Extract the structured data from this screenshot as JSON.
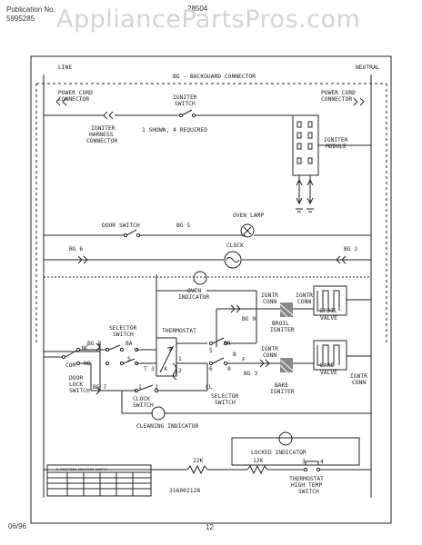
{
  "header": {
    "publication_label": "Publication No.",
    "publication_number": "5995285",
    "model": "28504",
    "watermark": "AppliancePartsPros.com"
  },
  "diagram": {
    "line": "LINE",
    "neutral": "NEUTRAL",
    "backguard": "BG - BACKGUARD CONNECTOR",
    "power_cord_left": [
      "POWER CORD",
      "CONNECTOR"
    ],
    "power_cord_right": [
      "POWER CORD",
      "CONNECTOR"
    ],
    "igniter_switch": [
      "IGNITER",
      "SWITCH"
    ],
    "igniter_switch_note": "1 SHOWN, 4 REQUIRED",
    "igniter_harness": [
      "IGNITER",
      "HARNESS",
      "CONNECTOR"
    ],
    "igniter_module": [
      "IGNITER",
      "MODULE"
    ],
    "oven_lamp": "OVEN LAMP",
    "door_switch": "DOOR SWITCH",
    "bg5": "BG 5",
    "clock": "CLOCK",
    "bg6": "BG 6",
    "bg2": "BG 2",
    "oven_indicator": [
      "OVEN",
      "INDICATOR"
    ],
    "ignitr_conn_a": [
      "IGNTR",
      "CONN"
    ],
    "ignitr_conn_b": [
      "IGNTR",
      "CONN"
    ],
    "ignitr_conn_c": [
      "IGNTR",
      "CONN"
    ],
    "ignitr_conn_d": [
      "IGNTR",
      "CONN"
    ],
    "broil_valve": [
      "BROIL",
      "VALVE"
    ],
    "broil_igniter": [
      "BROIL",
      "IGNITER"
    ],
    "bake_valve": [
      "BAKE",
      "VALVE"
    ],
    "bake_igniter": [
      "BAKE",
      "IGNITER"
    ],
    "bg9": "BG 9",
    "bg8": "BG 8",
    "bg3": "BG 3",
    "bg7": "BG 7",
    "selector_switch_top": [
      "SELECTOR",
      "SWITCH"
    ],
    "selector_switch_bottom": [
      "SELECTOR",
      "SWITCH"
    ],
    "thermostat": "THERMOSTAT",
    "nc": "NC",
    "com": "COM",
    "no": "NO",
    "door_lock_switch": [
      "DOOR",
      "LOCK",
      "SWITCH"
    ],
    "clock_switch": [
      "CLOCK",
      "SWITCH"
    ],
    "cleaning_indicator": "CLEANING INDICATOR",
    "locked_indicator": "LOCKED INDICATOR",
    "thermostat_high_temp": [
      "THERMOSTAT",
      "HIGH TEMP",
      "SWITCH"
    ],
    "r22k": "22K",
    "r12k": "12K",
    "pins": {
      "ba": "BA",
      "br": "BR",
      "s": "S",
      "t": "T",
      "p1": "1",
      "p2": "2",
      "p3": "3",
      "p4": "4",
      "p5": "5",
      "p6": "6",
      "p8": "8",
      "b": "B",
      "f": "F",
      "cl": "CL",
      "j": "J",
      "c1": "1",
      "c2": "2",
      "h3": "3",
      "h4": "4"
    },
    "table_title": "5 POSITION SELECTOR SWITCH",
    "part_number": "316002128"
  },
  "footer": {
    "date": "06/96",
    "page": "12"
  }
}
